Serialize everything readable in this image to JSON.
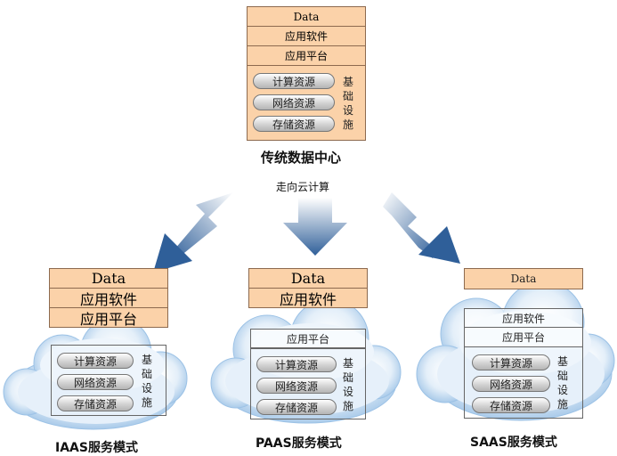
{
  "traditional": {
    "data": "Data",
    "app_software": "应用软件",
    "app_platform": "应用平台",
    "compute": "计算资源",
    "network": "网络资源",
    "storage": "存储资源",
    "infra_label": [
      "基",
      "础",
      "设",
      "施"
    ],
    "caption": "传统数据中心"
  },
  "arrow_label": "走向云计算",
  "iaas": {
    "data": "Data",
    "app_software": "应用软件",
    "app_platform": "应用平台",
    "compute": "计算资源",
    "network": "网络资源",
    "storage": "存储资源",
    "infra_label": [
      "基",
      "础",
      "设",
      "施"
    ],
    "caption": "IAAS服务模式"
  },
  "paas": {
    "data": "Data",
    "app_software": "应用软件",
    "app_platform": "应用平台",
    "compute": "计算资源",
    "network": "网络资源",
    "storage": "存储资源",
    "infra_label": [
      "基",
      "础",
      "设",
      "施"
    ],
    "caption": "PAAS服务模式"
  },
  "saas": {
    "data": "Data",
    "app_software": "应用软件",
    "app_platform": "应用平台",
    "compute": "计算资源",
    "network": "网络资源",
    "storage": "存储资源",
    "infra_label": [
      "基",
      "础",
      "设",
      "施"
    ],
    "caption": "SAAS服务模式"
  },
  "colors": {
    "box_fill": "#fbd2a9",
    "box_border": "#8d6a4f",
    "arrow_dark": "#2f5f99",
    "arrow_light": "#e8eef6",
    "cloud_fill": "#cfe3f6",
    "cloud_edge": "#8fb6dc"
  }
}
